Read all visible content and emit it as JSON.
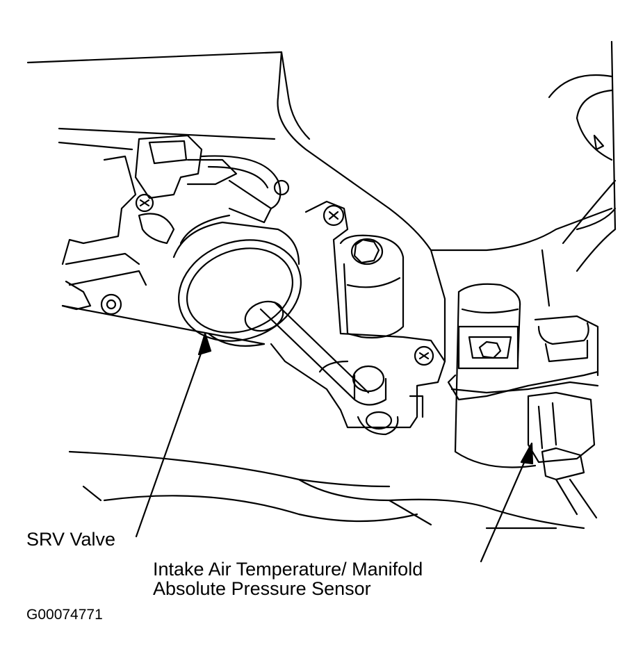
{
  "diagram": {
    "callouts": {
      "srv_valve": "SRV Valve",
      "iat_map_line1": "Intake Air Temperature/ Manifold",
      "iat_map_line2": "Absolute Pressure Sensor"
    },
    "figure_id": "G00074771",
    "colors": {
      "ink": "#000000",
      "paper": "#ffffff"
    }
  }
}
